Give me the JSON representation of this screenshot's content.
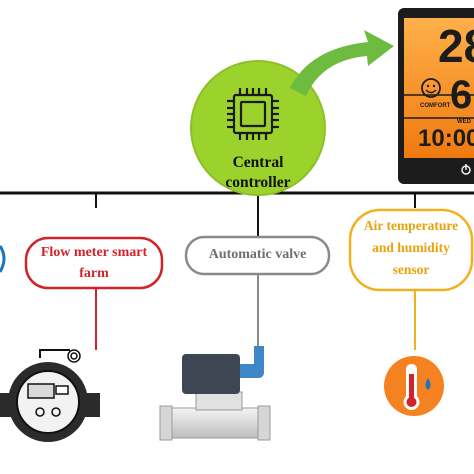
{
  "diagram": {
    "central": {
      "label_line1": "Central",
      "label_line2": "controller"
    },
    "nodes": [
      {
        "label_line1": "Flow meter smart",
        "label_line2": "farm",
        "color": "#d2232a"
      },
      {
        "label_line1": "Automatic valve",
        "color": "#8a8a8a"
      },
      {
        "label_line1": "Air temperature",
        "label_line2": "and humidity",
        "label_line3": "sensor",
        "color": "#f2b01e"
      }
    ],
    "display": {
      "reading_top": "28",
      "reading_mid": "6",
      "comfort_text": "COMFORT",
      "day_text": "WED",
      "clock_text": "10:00"
    },
    "colors": {
      "controller_fill": "#9bd22b",
      "arrow": "#6dbb3f",
      "display_bg": "#f78e1e",
      "bus": "#111111",
      "thermometer_fill": "#f58220"
    }
  }
}
